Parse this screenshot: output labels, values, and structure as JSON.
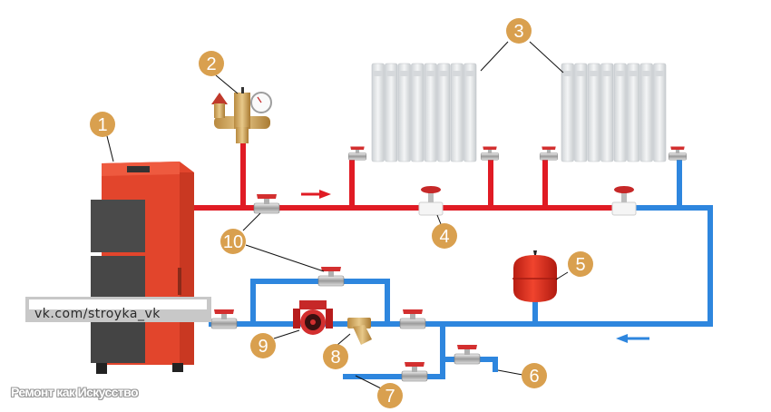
{
  "diagram": {
    "title": "Heating system piping scheme",
    "colors": {
      "supply_pipe": "#e01b24",
      "return_pipe": "#2e86de",
      "badge": "#d9a04f",
      "boiler": "#e2452c",
      "boiler_door": "#4a4a4a",
      "radiator": "#e9ecef",
      "valve_handle": "#d32f2f",
      "brass": "#c9a05a",
      "expansion_tank": "#e53325"
    },
    "components": [
      {
        "id": "1",
        "label": "1",
        "name": "Solid fuel boiler"
      },
      {
        "id": "2",
        "label": "2",
        "name": "Safety group (air vent, safety valve, pressure gauge)"
      },
      {
        "id": "3",
        "label": "3",
        "name": "Radiators"
      },
      {
        "id": "4",
        "label": "4",
        "name": "Bypass globe valve"
      },
      {
        "id": "5",
        "label": "5",
        "name": "Expansion tank"
      },
      {
        "id": "6",
        "label": "6",
        "name": "Fill / drain point"
      },
      {
        "id": "7",
        "label": "7",
        "name": "Drain line"
      },
      {
        "id": "8",
        "label": "8",
        "name": "Y-strainer filter"
      },
      {
        "id": "9",
        "label": "9",
        "name": "Circulation pump"
      },
      {
        "id": "10",
        "label": "10",
        "name": "Ball valves"
      }
    ],
    "flow_arrows": [
      {
        "direction": "right",
        "pipe": "supply"
      },
      {
        "direction": "left",
        "pipe": "return"
      }
    ],
    "watermark_url": "vk.com/stroyka_vk",
    "brand_caption": "Ремонт как Искусство"
  }
}
